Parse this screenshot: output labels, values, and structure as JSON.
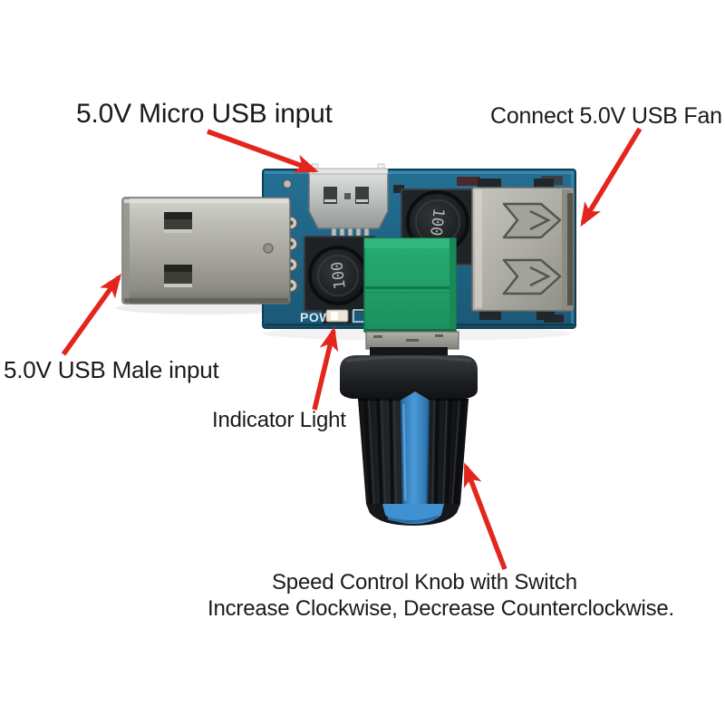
{
  "figure": {
    "description": "Annotated photo of a USB fan speed controller module with red callout arrows"
  },
  "annotations": {
    "micro_usb_input": "5.0V Micro USB input",
    "usb_fan_output": "Connect 5.0V USB Fan",
    "usb_male_input": "5.0V USB Male input",
    "indicator_light": "Indicator Light",
    "knob_caption_line1": "Speed Control Knob with Switch",
    "knob_caption_line2": "Increase Clockwise, Decrease Counterclockwise."
  },
  "pcb": {
    "silkscreen_power_label": "POW",
    "inductor_top_marking": "100",
    "inductor_left_marking": "100"
  },
  "colors": {
    "background": "#ffffff",
    "label_text": "#1a1a1a",
    "arrow_red": "#e3261d",
    "pcb_blue": "#1e6384",
    "pot_green": "#21a06b",
    "knob_blue": "#3e92d2",
    "metal_silver": "#a9a9a2"
  }
}
